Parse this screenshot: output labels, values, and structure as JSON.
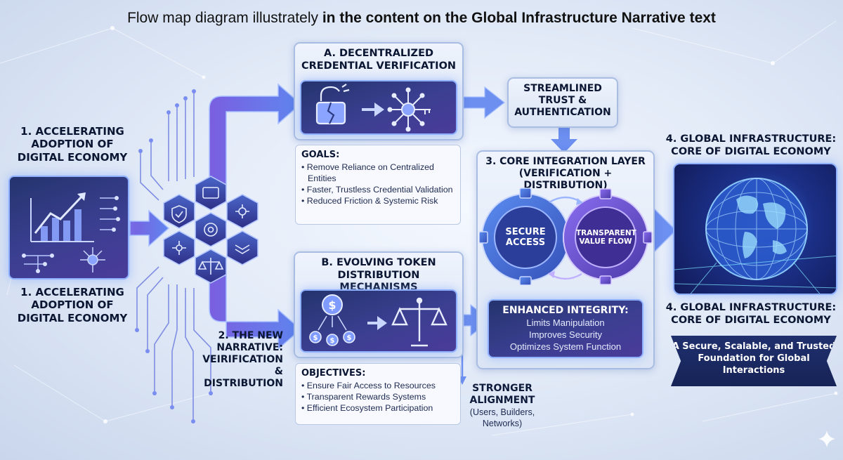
{
  "title": {
    "prefix": "Flow map diagram illustrately ",
    "bold": "in the content on the Global Infrastructure Narrative text"
  },
  "left": {
    "top_label": "1. ACCELERATING ADOPTION OF DIGITAL ECONOMY",
    "bottom_label": "1. ACCELERATING ADOPTION OF DIGITAL ECONOMY"
  },
  "narrative_label": "2. THE NEW NARRATIVE: VEIRIFICATION & DISTRIBUTION",
  "section_a": {
    "header": "A. DECENTRALIZED CREDENTIAL VERIFICATION",
    "goals_title": "GOALS:",
    "goals": [
      "Remove Reliance on Centralized Entities",
      "Faster, Trustless Credential Validation",
      "Reduced Friction & Systemic Risk"
    ]
  },
  "section_b": {
    "header": "B. EVOLVING TOKEN DISTRIBUTION MECHANISMS",
    "objectives_title": "OBJECTIVES:",
    "objectives": [
      "Ensure Fair Access to Resources",
      "Transparent Rewards Systems",
      "Efficient Ecosystem Participation"
    ]
  },
  "trust_box": "STREAMLINED TRUST & AUTHENTICATION",
  "core": {
    "header": "3. CORE INTEGRATION LAYER (VERIFICATION + DISTRIBUTION)",
    "gear_left": "SECURE ACCESS",
    "gear_right": "TRANSPARENT VALUE FLOW",
    "integrity_title": "ENHANCED INTEGRITY:",
    "integrity_items": [
      "Limits Manipulation",
      "Improves Security",
      "Optimizes System Function"
    ]
  },
  "alignment": {
    "title": "STRONGER ALIGNMENT",
    "sub": "(Users, Builders, Networks)"
  },
  "global": {
    "top_label": "4. GLOBAL INFRASTRUCTURE: CORE OF DIGITAL ECONOMY",
    "bottom_label": "4. GLOBAL INFRASTRUCTURE: CORE OF DIGITAL ECONOMY",
    "banner": "A Secure, Scalable, and Trusted Foundation for Global Interactions"
  },
  "colors": {
    "accent_blue": "#5f86ef",
    "accent_purple": "#7a5fe0",
    "dark_navy": "#1b2a5e"
  },
  "icons": [
    "growth-chart-icon",
    "network-hub-icon",
    "shield-check-icon",
    "id-card-icon",
    "gear-icon",
    "scales-icon",
    "broken-lock-icon",
    "key-icon",
    "coin-icon",
    "globe-icon",
    "sparkle-icon"
  ]
}
